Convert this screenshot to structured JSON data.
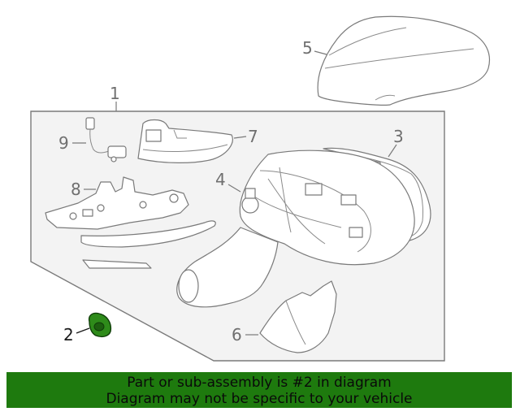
{
  "callouts": {
    "c1": "1",
    "c2": "2",
    "c3": "3",
    "c4": "4",
    "c5": "5",
    "c6": "6",
    "c7": "7",
    "c8": "8",
    "c9": "9"
  },
  "banner": {
    "line1": "Part or sub-assembly is #2 in diagram",
    "line2": "Diagram may not be specific to your vehicle"
  },
  "colors": {
    "banner_bg": "#1e7a0e",
    "highlight_part": "#2e8b1a",
    "panel_bg": "#f3f3f3"
  }
}
